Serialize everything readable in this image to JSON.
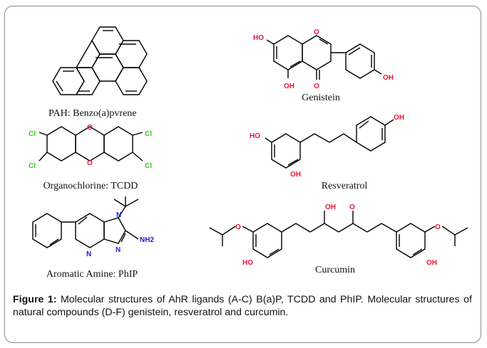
{
  "structures": [
    {
      "label": "PAH: Benzo(a)pvrene"
    },
    {
      "label": "Genistein",
      "atoms": [
        "HO",
        "O",
        "OH",
        "O",
        "OH"
      ]
    },
    {
      "label": "Organochlorine: TCDD",
      "atoms": [
        "Cl",
        "Cl",
        "Cl",
        "Cl",
        "O",
        "O"
      ]
    },
    {
      "label": "Resveratrol",
      "atoms": [
        "HO",
        "OH",
        "OH"
      ]
    },
    {
      "label": "Aromatic Amine: PhIP",
      "atoms": [
        "N",
        "N",
        "N",
        "NH2"
      ]
    },
    {
      "label": "Curcumin",
      "atoms": [
        "OH",
        "O",
        "O",
        "HO",
        "O",
        "OH"
      ]
    }
  ],
  "caption": {
    "lead": "Figure 1:",
    "text": "  Molecular structures of AhR ligands (A-C) B(a)P, TCDD and PhIP. Molecular structures of natural compounds (D-F) genistein, resveratrol and curcumin."
  },
  "colors": {
    "oxygen": "#e8163a",
    "chlorine": "#2fd11a",
    "nitrogen": "#1a1ae0"
  }
}
